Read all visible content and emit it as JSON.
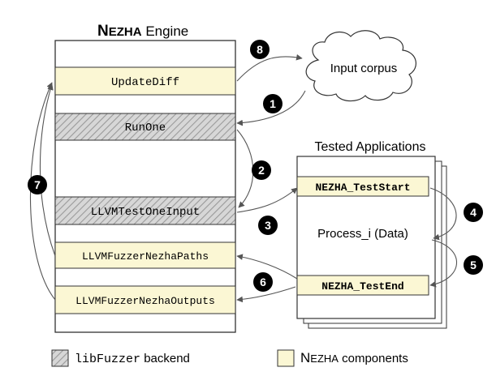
{
  "engine": {
    "title_brand_first": "N",
    "title_brand_rest": "EZHA",
    "title_suffix": "Engine",
    "components": [
      {
        "label": "UpdateDiff",
        "kind": "nezha"
      },
      {
        "label": "RunOne",
        "kind": "libfuzzer"
      },
      {
        "label": "LLVMTestOneInput",
        "kind": "libfuzzer"
      },
      {
        "label": "LLVMFuzzerNezhaPaths",
        "kind": "nezha"
      },
      {
        "label": "LLVMFuzzerNezhaOutputs",
        "kind": "nezha"
      }
    ]
  },
  "corpus": {
    "label": "Input corpus"
  },
  "tested": {
    "title": "Tested Applications",
    "start_label": "NEZHA_TestStart",
    "process_label": "Process_i (Data)",
    "end_label": "NEZHA_TestEnd"
  },
  "steps": [
    "1",
    "2",
    "3",
    "4",
    "5",
    "6",
    "7",
    "8"
  ],
  "legend": {
    "libfuzzer_mono": "libFuzzer",
    "libfuzzer_rest": "backend",
    "nezha_first": "N",
    "nezha_rest": "EZHA",
    "nezha_suffix": "components"
  },
  "colors": {
    "nezha_fill": "#fbf7d4",
    "hatch_fill": "#d7d7d7",
    "hatch_line": "#9a9a9a",
    "stroke": "#333333",
    "badge": "#000000",
    "badge_text": "#ffffff",
    "arrow": "#555555"
  }
}
